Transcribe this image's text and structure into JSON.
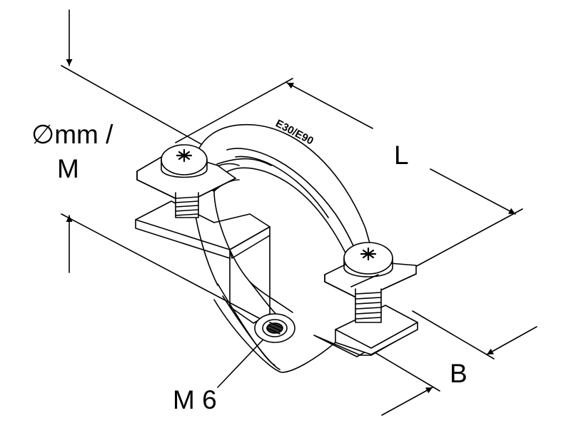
{
  "labels": {
    "diameter_line1": "∅mm /",
    "diameter_line2": "M",
    "length": "L",
    "width": "B",
    "thread": "M 6",
    "stamp": "E30/E90"
  }
}
